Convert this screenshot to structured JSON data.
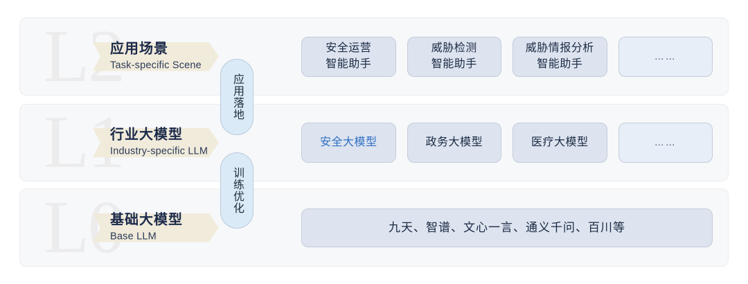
{
  "diagram": {
    "title": "LLM Layered Architecture",
    "colors": {
      "panel_bg": "#f7f8fa",
      "watermark": "#ececed",
      "banner": "#f0ead9",
      "card_bg": "#dde4ef",
      "card_muted_bg": "#e7eef7",
      "pill_bg": "#dbeaf7",
      "accent_text": "#2f6fc4",
      "primary_text": "#1b2a4a"
    },
    "layers": [
      {
        "watermark": "L2",
        "title_cn": "应用场景",
        "title_en": "Task-specific Scene",
        "cards": [
          {
            "label": "安全运营\n智能助手",
            "style": "normal"
          },
          {
            "label": "威胁检测\n智能助手",
            "style": "normal"
          },
          {
            "label": "威胁情报分析\n智能助手",
            "style": "normal"
          },
          {
            "label": "……",
            "style": "muted"
          }
        ]
      },
      {
        "watermark": "L1",
        "title_cn": "行业大模型",
        "title_en": "Industry-specific LLM",
        "cards": [
          {
            "label": "安全大模型",
            "style": "accent"
          },
          {
            "label": "政务大模型",
            "style": "normal"
          },
          {
            "label": "医疗大模型",
            "style": "normal"
          },
          {
            "label": "……",
            "style": "muted"
          }
        ]
      },
      {
        "watermark": "L0",
        "title_cn": "基础大模型",
        "title_en": "Base LLM",
        "cards": [
          {
            "label": "九天、智谱、文心一言、通义千问、百川等",
            "style": "wide"
          }
        ]
      }
    ],
    "connectors": [
      {
        "label": "应用落地"
      },
      {
        "label": "训练优化"
      }
    ]
  }
}
